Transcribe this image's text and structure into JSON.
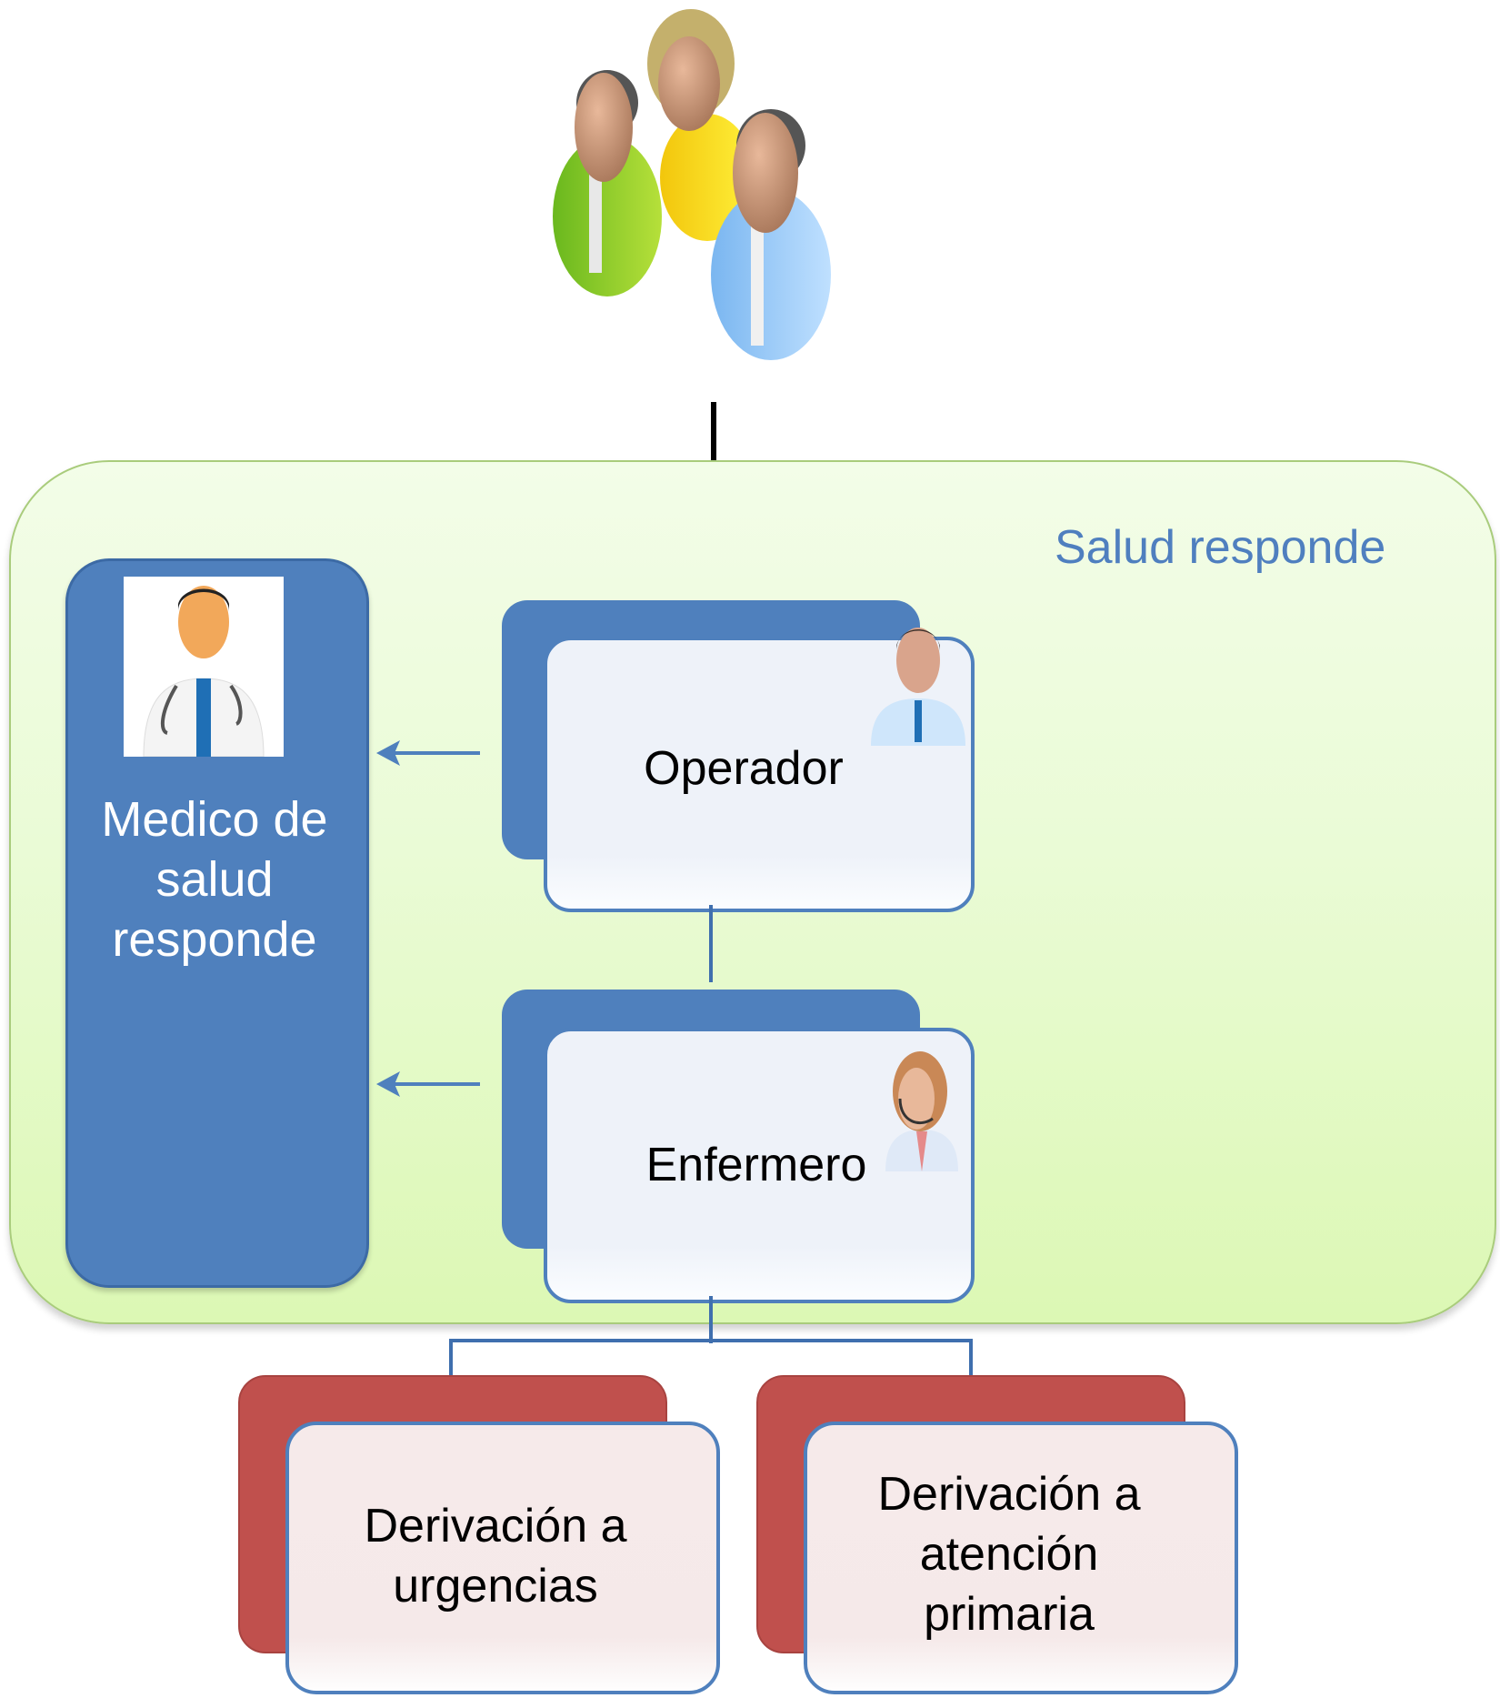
{
  "diagram": {
    "container_label": "Salud responde",
    "users_icon": "group-of-patients-icon",
    "medico": {
      "label": "Medico de salud responde",
      "icon": "doctor-stethoscope-icon"
    },
    "operador": {
      "label": "Operador",
      "icon": "operator-headset-man-icon"
    },
    "enfermero": {
      "label": "Enfermero",
      "icon": "nurse-headset-woman-icon"
    },
    "outcomes": [
      {
        "label": "Derivación a urgencias"
      },
      {
        "label": "Derivación a atención primaria"
      }
    ],
    "colors": {
      "container_fill": "#e4f9c6",
      "container_border": "#a9cc7c",
      "blue": "#4f80bd",
      "red": "#c0504d",
      "title_text": "#4f7fbf"
    }
  }
}
